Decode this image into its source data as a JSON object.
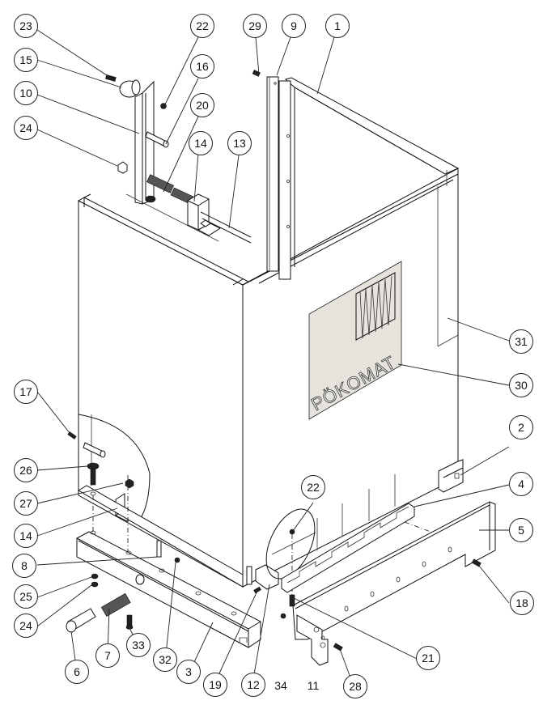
{
  "diagram": {
    "title": "Exploded parts diagram",
    "logo_text": "PÖKOMAT",
    "colors": {
      "line": "#111111",
      "panel_fill": "#ffffff",
      "logo_plate_fill": "#e6e3dc",
      "background": "#ffffff"
    },
    "callouts": [
      {
        "id": "c23",
        "label": "23",
        "target": "screw-top"
      },
      {
        "id": "c15",
        "label": "15",
        "target": "roller"
      },
      {
        "id": "c10",
        "label": "10",
        "target": "bracket-arm"
      },
      {
        "id": "c24a",
        "label": "24",
        "target": "nut-top"
      },
      {
        "id": "c22a",
        "label": "22",
        "target": "nut-small-top"
      },
      {
        "id": "c16",
        "label": "16",
        "target": "pin"
      },
      {
        "id": "c20",
        "label": "20",
        "target": "spring-top"
      },
      {
        "id": "c14a",
        "label": "14",
        "target": "block-top"
      },
      {
        "id": "c13",
        "label": "13",
        "target": "rod"
      },
      {
        "id": "c29",
        "label": "29",
        "target": "screw-strip"
      },
      {
        "id": "c9",
        "label": "9",
        "target": "strip"
      },
      {
        "id": "c1",
        "label": "1",
        "target": "back-frame"
      },
      {
        "id": "c31",
        "label": "31",
        "target": "side-panel"
      },
      {
        "id": "c30",
        "label": "30",
        "target": "logo-plate"
      },
      {
        "id": "c2",
        "label": "2",
        "target": "foot-bracket"
      },
      {
        "id": "c17",
        "label": "17",
        "target": "screw-side"
      },
      {
        "id": "c26",
        "label": "26",
        "target": "bolt"
      },
      {
        "id": "c27",
        "label": "27",
        "target": "nut-bracket"
      },
      {
        "id": "c14b",
        "label": "14",
        "target": "angle-bracket"
      },
      {
        "id": "c8",
        "label": "8",
        "target": "dowel"
      },
      {
        "id": "c25",
        "label": "25",
        "target": "washer"
      },
      {
        "id": "c24b",
        "label": "24",
        "target": "nut-bottom"
      },
      {
        "id": "c6",
        "label": "6",
        "target": "plunger"
      },
      {
        "id": "c7",
        "label": "7",
        "target": "spring-bottom"
      },
      {
        "id": "c33",
        "label": "33",
        "target": "screw-bottom"
      },
      {
        "id": "c32",
        "label": "32",
        "target": "nut-rail"
      },
      {
        "id": "c3",
        "label": "3",
        "target": "base-rail-left"
      },
      {
        "id": "c19",
        "label": "19",
        "target": "set-screw"
      },
      {
        "id": "c12",
        "label": "12",
        "target": "latch"
      },
      {
        "id": "c22b",
        "label": "22",
        "target": "nut-hinge"
      },
      {
        "id": "c4",
        "label": "4",
        "target": "hinge"
      },
      {
        "id": "c5",
        "label": "5",
        "target": "base-rail-right"
      },
      {
        "id": "c18",
        "label": "18",
        "target": "screw-rail-right"
      },
      {
        "id": "c21",
        "label": "21",
        "target": "screw-hinge"
      },
      {
        "id": "c28",
        "label": "28",
        "target": "screw-end-plate"
      }
    ],
    "plain_labels": [
      {
        "id": "p34",
        "label": "34"
      },
      {
        "id": "p11",
        "label": "11"
      }
    ]
  }
}
